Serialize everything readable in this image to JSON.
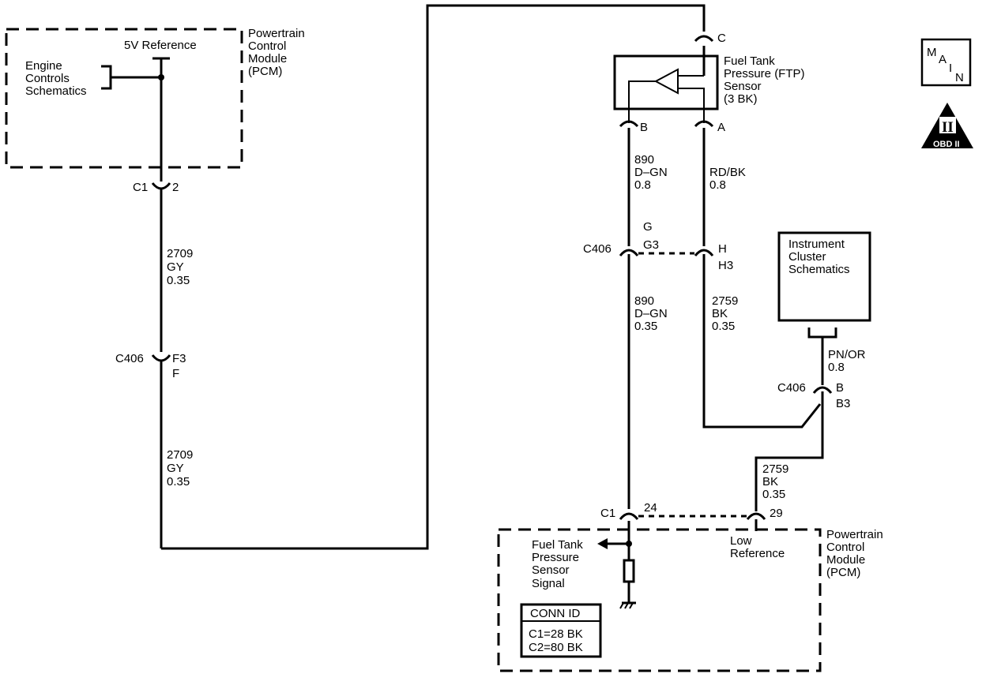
{
  "pcm_top": {
    "name_lines": [
      "Powertrain",
      "Control",
      "Module",
      "(PCM)"
    ],
    "circuit_label": "5V Reference",
    "link_lines": [
      "Engine",
      "Controls",
      "Schematics"
    ]
  },
  "left_wire": {
    "connector1": {
      "name": "C1",
      "pin": "2"
    },
    "segment1": [
      "2709",
      "GY",
      "0.35"
    ],
    "connector2": {
      "name": "C406",
      "pin_top": "F3",
      "pin_bottom": "F"
    },
    "segment2": [
      "2709",
      "GY",
      "0.35"
    ]
  },
  "sensor": {
    "name_lines": [
      "Fuel Tank",
      "Pressure (FTP)",
      "Sensor",
      "(3 BK)"
    ],
    "pin_c": "C",
    "pin_b": "B",
    "pin_a": "A"
  },
  "wire_b_upper": [
    "890",
    "D–GN",
    "0.8"
  ],
  "wire_a_upper": [
    "RD/BK",
    "0.8"
  ],
  "c406_mid": {
    "name": "C406",
    "pin_g": "G",
    "pin_g3": "G3",
    "pin_h": "H",
    "pin_h3": "H3"
  },
  "wire_b_lower": [
    "890",
    "D–GN",
    "0.35"
  ],
  "wire_a_lower": [
    "2759",
    "BK",
    "0.35"
  ],
  "instrument_cluster": {
    "lines": [
      "Instrument",
      "Cluster",
      "Schematics"
    ]
  },
  "cluster_wire": [
    "PN/OR",
    "0.8"
  ],
  "c406_right": {
    "name": "C406",
    "pin_b": "B",
    "pin_b3": "B3"
  },
  "wire_lowref": [
    "2759",
    "BK",
    "0.35"
  ],
  "pcm_bottom": {
    "connector": "C1",
    "pin_24": "24",
    "pin_29": "29",
    "signal_lines": [
      "Fuel Tank",
      "Pressure",
      "Sensor",
      "Signal"
    ],
    "lowref_lines": [
      "Low",
      "Reference"
    ],
    "name_lines": [
      "Powertrain",
      "Control",
      "Module",
      "(PCM)"
    ],
    "conn_id_title": "CONN ID",
    "conn_id_rows": [
      "C1=28 BK",
      "C2=80 BK"
    ]
  },
  "badges": {
    "main": {
      "m": "M",
      "a": "A",
      "i": "I",
      "n": "N"
    },
    "obd": {
      "numeral": "II",
      "label": "OBD II"
    }
  }
}
